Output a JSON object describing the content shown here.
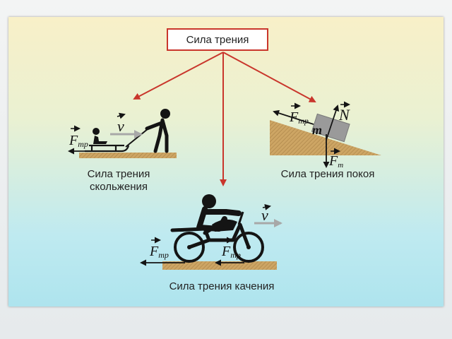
{
  "title": "Сила трения",
  "labels": {
    "sliding_line1": "Сила трения",
    "sliding_line2": "скольжения",
    "static": "Сила трения покоя",
    "rolling": "Сила трения качения"
  },
  "symbols": {
    "velocity": "v",
    "friction_F": "F",
    "friction_sub": "тр",
    "normal": "N",
    "mass": "m",
    "gravity_F": "F",
    "gravity_sub": "т"
  },
  "colors": {
    "accent": "#c9362c",
    "ground": "#c8a060",
    "figure": "#141414",
    "velocity_arrow": "#a8a8a8",
    "block": "#9a9a9a"
  }
}
